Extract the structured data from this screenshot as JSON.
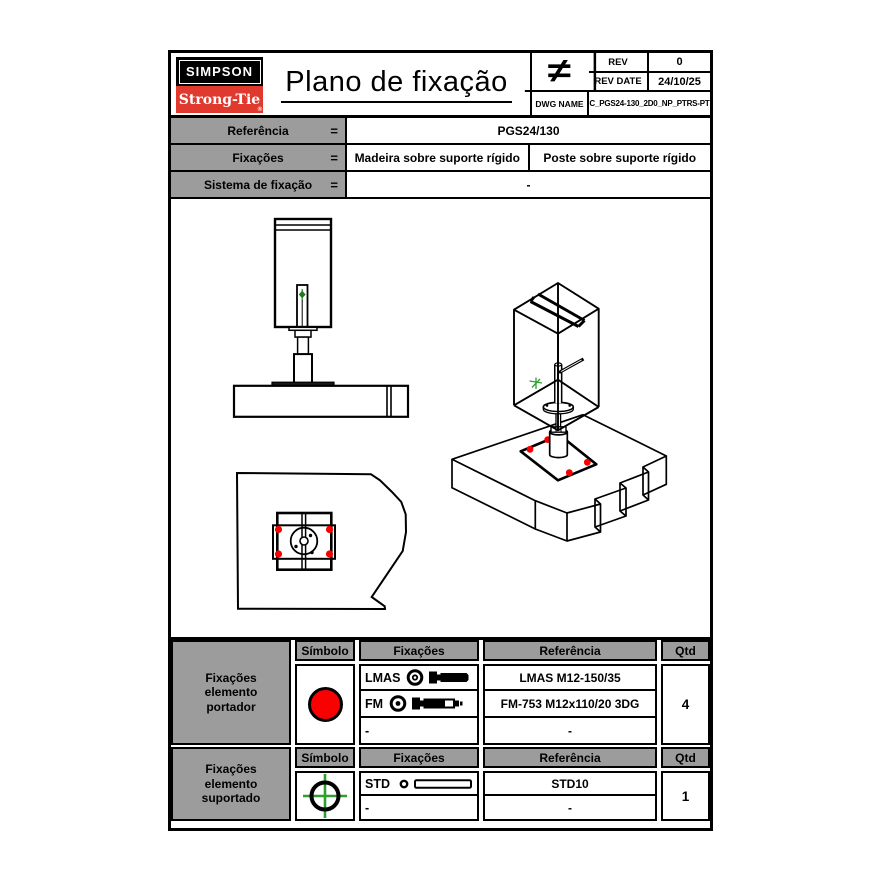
{
  "header": {
    "logo": {
      "top": "SIMPSON",
      "bottom": "Strong-Tie",
      "registered": "®"
    },
    "title": "Plano de fixação",
    "title_block": {
      "scale_symbol": "≠",
      "rev_label": "REV",
      "rev_value": "0",
      "rev_date_label": "REV DATE",
      "rev_date_value": "24/10/25",
      "dwg_label": "DWG NAME",
      "dwg_value": "C_PGS24-130_2D0_NP_PTRS-PT"
    }
  },
  "reference": {
    "rows": [
      {
        "label": "Referência",
        "eq": "=",
        "values": [
          "PGS24/130"
        ]
      },
      {
        "label": "Fixações",
        "eq": "=",
        "values": [
          "Madeira sobre suporte rígido",
          "Poste sobre suporte rígido"
        ]
      },
      {
        "label": "Sistema de fixação",
        "eq": "=",
        "values": [
          "-"
        ]
      }
    ]
  },
  "portador": {
    "group_label": "Fixações elemento portador",
    "headers": [
      "Símbolo",
      "Fixações",
      "Referência",
      "Qtd"
    ],
    "symbol": "red-filled-circle",
    "qty": "4",
    "rows": [
      {
        "code": "LMAS",
        "icon": "washer-and-hex-bolt-icon",
        "reference": "LMAS M12-150/35"
      },
      {
        "code": "FM",
        "icon": "washer-and-wedge-anchor-icon",
        "reference": "FM-753 M12x110/20 3DG"
      },
      {
        "code": "-",
        "icon": "",
        "reference": "-"
      }
    ]
  },
  "suportado": {
    "group_label": "Fixações elemento suportado",
    "headers": [
      "Símbolo",
      "Fixações",
      "Referência",
      "Qtd"
    ],
    "symbol": "green-crosshair-circle",
    "qty": "1",
    "rows": [
      {
        "code": "STD",
        "icon": "dowel-screw-icon",
        "reference": "STD10"
      },
      {
        "code": "-",
        "icon": "",
        "reference": "-"
      }
    ]
  },
  "drawings": {
    "front_view": "front-elevation-view",
    "plan_view": "plan-view-base-plate",
    "iso_view": "isometric-view"
  },
  "colors": {
    "anchor_red": "#fa0000",
    "marker_green": "#2e9e2e",
    "logo_red": "#e0392e",
    "table_gray": "#9c9c9c"
  }
}
